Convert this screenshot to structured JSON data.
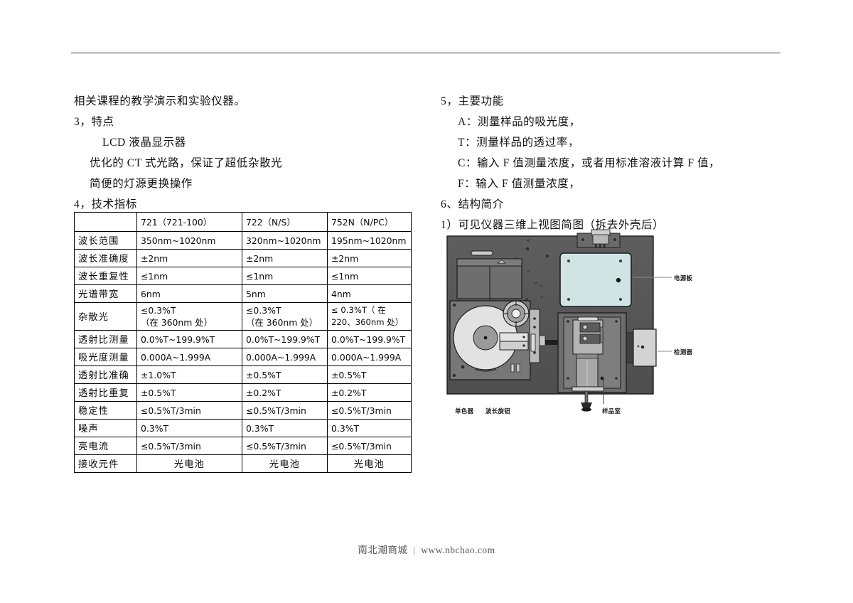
{
  "document": {
    "left_column": [
      {
        "id": "intro-line",
        "text": "相关课程的教学演示和实验仪器。",
        "indent": 0
      },
      {
        "id": "sec3-title",
        "text": "3，特点",
        "indent": 0
      },
      {
        "id": "sec3-item1",
        "text": "LCD 液晶显示器",
        "indent": 2
      },
      {
        "id": "sec3-item2",
        "text": "优化的 CT 式光路，保证了超低杂散光",
        "indent": 1
      },
      {
        "id": "sec3-item3",
        "text": "简便的灯源更换操作",
        "indent": 1
      },
      {
        "id": "sec4-title",
        "text": "4，技术指标",
        "indent": 0
      }
    ],
    "right_column": [
      {
        "id": "sec5-title",
        "text": "5，主要功能",
        "indent": 0
      },
      {
        "id": "sec5-item-a",
        "text": "A：测量样品的吸光度，",
        "indent": 1
      },
      {
        "id": "sec5-item-t",
        "text": "T：测量样品的透过率，",
        "indent": 1
      },
      {
        "id": "sec5-item-c",
        "text": "C：输入 F 值测量浓度，或者用标准溶液计算 F 值，",
        "indent": 1
      },
      {
        "id": "sec5-item-f",
        "text": "F：输入 F 值测量浓度，",
        "indent": 1
      },
      {
        "id": "sec6-title",
        "text": "6、结构简介",
        "indent": 0
      },
      {
        "id": "sec6-sub1",
        "text": "1）可见仪器三维上视图简图（拆去外壳后）",
        "indent": 0
      }
    ],
    "spec_table": {
      "headers": [
        "",
        "721（721-100）",
        "722（N/S）",
        "752N（N/PC）"
      ],
      "rows": [
        {
          "label": "波长范围",
          "cells": [
            "350nm~1020nm",
            "320nm~1020nm",
            "195nm~1020nm"
          ]
        },
        {
          "label": "波长准确度",
          "cells": [
            "±2nm",
            "±2nm",
            "±2nm"
          ]
        },
        {
          "label": "波长重复性",
          "cells": [
            "≤1nm",
            "≤1nm",
            "≤1nm"
          ]
        },
        {
          "label": "光谱带宽",
          "cells": [
            "6nm",
            "5nm",
            "4nm"
          ]
        },
        {
          "label": "杂散光",
          "cells": [
            "≤0.3%T\n（在 360nm 处）",
            "≤0.3%T\n（在 360nm 处）",
            "≤ 0.3%T（ 在\n220、360nm 处）"
          ]
        },
        {
          "label": "透射比测量",
          "cells": [
            "0.0%T~199.9%T",
            "0.0%T~199.9%T",
            "0.0%T~199.9%T"
          ]
        },
        {
          "label": "吸光度测量",
          "cells": [
            "0.000A~1.999A",
            "0.000A~1.999A",
            "0.000A~1.999A"
          ]
        },
        {
          "label": "透射比准确",
          "cells": [
            "±1.0%T",
            "±0.5%T",
            "±0.5%T"
          ]
        },
        {
          "label": "透射比重复",
          "cells": [
            "±0.5%T",
            "±0.2%T",
            "±0.2%T"
          ]
        },
        {
          "label": "稳定性",
          "cells": [
            "≤0.5%T/3min",
            "≤0.5%T/3min",
            "≤0.5%T/3min"
          ]
        },
        {
          "label": "噪声",
          "cells": [
            "0.3%T",
            "0.3%T",
            "0.3%T"
          ]
        },
        {
          "label": "亮电流",
          "cells": [
            "≤0.5%T/3min",
            "≤0.5%T/3min",
            "≤0.5%T/3min"
          ]
        },
        {
          "label": "接收元件",
          "cells": [
            "光电池",
            "光电池",
            "光电池"
          ],
          "center": true
        }
      ]
    },
    "figure": {
      "alt": "可见分光光度计三维上视图简图",
      "labels": {
        "power_board": "电源板",
        "detector": "检测器",
        "monochromator": "单色器",
        "wavelength_knob": "波长旋钮",
        "sample_chamber": "样品室"
      },
      "colors": {
        "baseplate": "#565656",
        "panel_teal": "#cfe4e3",
        "component_light": "#d9d9d9",
        "component_mid": "#8f8f8f",
        "outline": "#1d1d1d"
      }
    },
    "footer": {
      "site_name": "南北潮商城",
      "separator": "|",
      "url": "www.nbchao.com"
    }
  }
}
